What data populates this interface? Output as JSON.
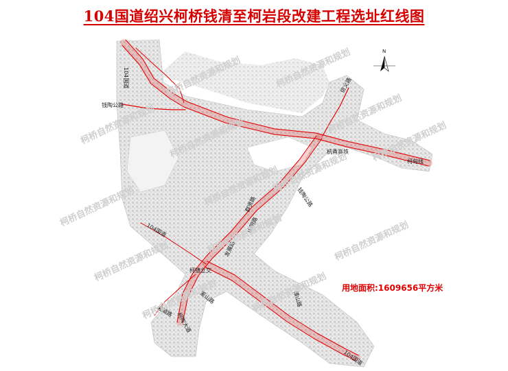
{
  "title": "104国道绍兴柯桥钱清至柯岩段改建工程选址红线图",
  "area_text": "用地面积:1609656平方米",
  "north_label": "N",
  "watermark": "柯桥自然资源和规划",
  "colors": {
    "title": "#d40000",
    "redline": "#e00000",
    "base": "#d8d8d8",
    "water": "#ffffff"
  },
  "road_labels": {
    "r104_north": "104国道",
    "qiantao_west": "钱陶公路",
    "hangyong_rail": "杭甬高铁",
    "kehang_line": "柯甸线",
    "east_road": "信义路",
    "qiantao_mid": "钱陶公路",
    "qunxian": "群贤路",
    "shanyin": "山阴路",
    "r104_mid": "104国道",
    "fazhan": "发展路",
    "kezhong": "柯镇立交",
    "jianshan": "鉴山路",
    "xianghu": "湘湖路",
    "kezhan": "柯陶大道",
    "jishan": "稽山路",
    "r104_south": "104国道"
  }
}
